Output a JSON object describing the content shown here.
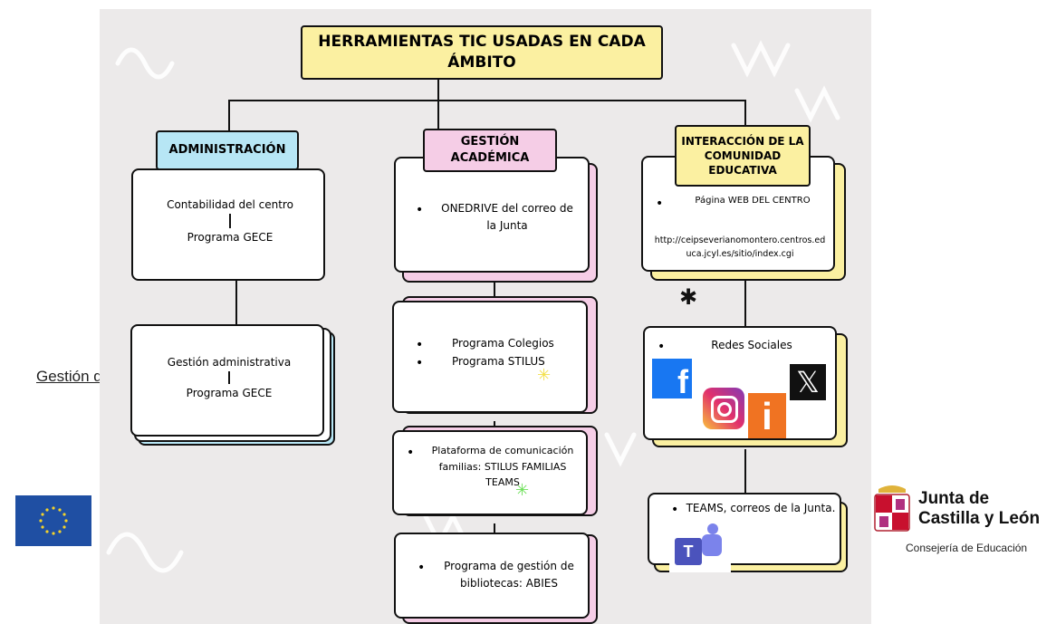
{
  "page": {
    "left_link_text": "Gestión d"
  },
  "diagram": {
    "title": "HERRAMIENTAS TIC USADAS EN CADA ÁMBITO",
    "columns": [
      {
        "header": "ADMINISTRACIÓN",
        "color": "#b7e6f5",
        "cards": [
          {
            "line1": "Contabilidad del centro",
            "line2": "Programa GECE"
          },
          {
            "line1": "Gestión administrativa",
            "line2": "Programa GECE"
          }
        ]
      },
      {
        "header": "GESTIÓN ACADÉMICA",
        "color": "#f5cde6",
        "cards": [
          {
            "items": [
              "ONEDRIVE del correo de la Junta"
            ]
          },
          {
            "items": [
              "Programa Colegios",
              "Programa STILUS"
            ]
          },
          {
            "items": [
              "Plataforma de comunicación familias: STILUS FAMILIAS TEAMS"
            ]
          },
          {
            "items": [
              "Programa de gestión de bibliotecas: ABIES"
            ]
          }
        ]
      },
      {
        "header": "INTERACCIÓN DE LA COMUNIDAD EDUCATIVA",
        "color": "#fbf0a1",
        "cards": [
          {
            "title": "Página WEB DEL CENTRO",
            "url": "http://ceipseverianomontero.centros.educa.jcyl.es/sitio/index.cgi"
          },
          {
            "title": "Redes Sociales",
            "icons": [
              "facebook-icon",
              "instagram-icon",
              "x-icon",
              "i-icon"
            ]
          },
          {
            "title": "TEAMS, correos de la Junta.",
            "icons": [
              "teams-icon"
            ]
          }
        ]
      }
    ],
    "colors": {
      "title_bg": "#fbf0a1",
      "star_yellow": "#f3e04a",
      "star_green": "#6ee05a"
    }
  },
  "logos": {
    "jcyl_line1": "Junta de",
    "jcyl_line2": "Castilla y León",
    "jcyl_line3": "Consejería de Educación"
  }
}
